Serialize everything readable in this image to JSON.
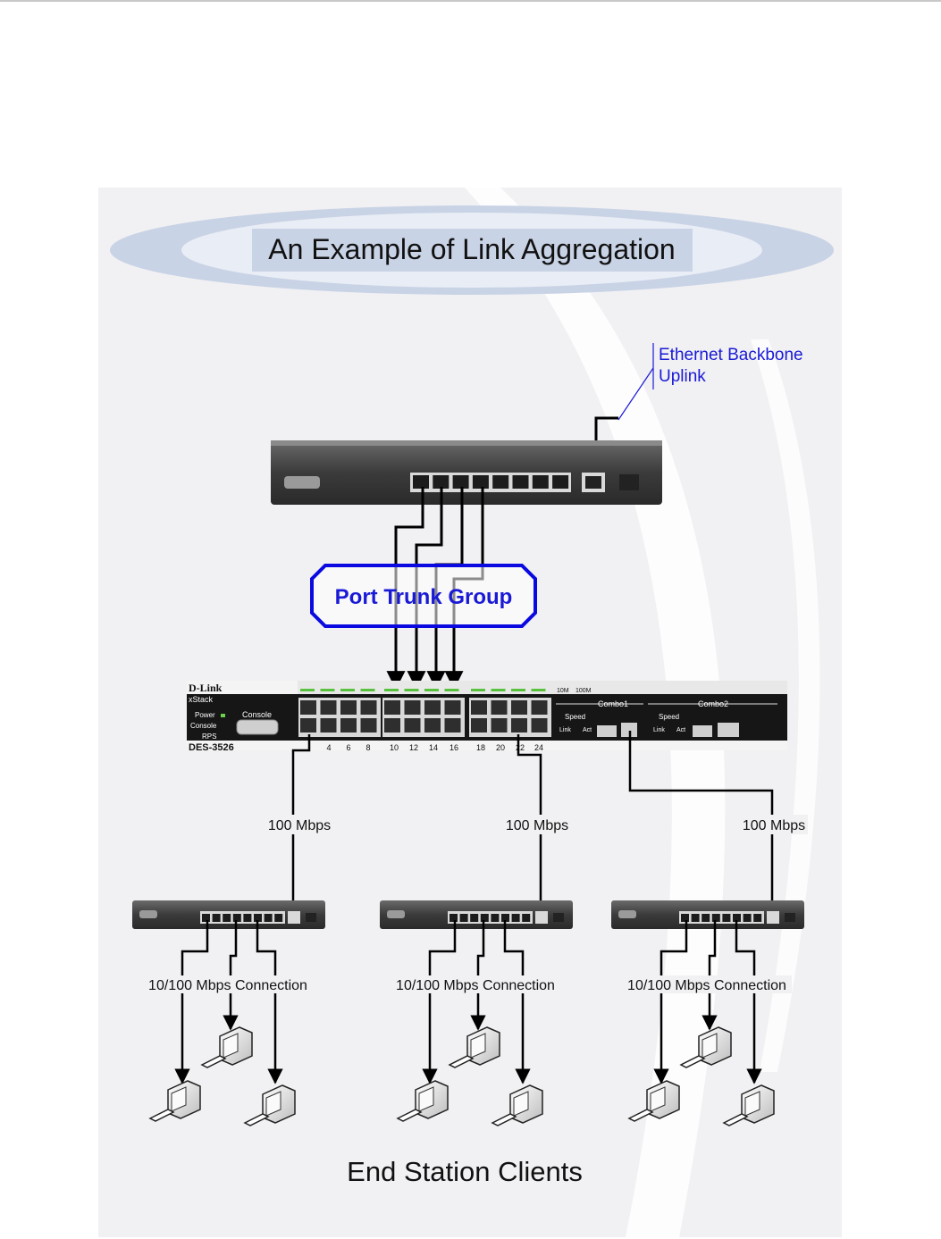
{
  "title": "An Example of Link Aggregation",
  "backbone": {
    "line1": "Ethernet Backbone",
    "line2": "Uplink"
  },
  "trunk_label": "Port Trunk Group",
  "main_switch": {
    "brand": "D-Link",
    "series": "xStack",
    "model": "DES-3526",
    "power_label": "Power",
    "console_led_label": "Console",
    "rps_label": "RPS",
    "console_port_label": "Console",
    "combo1_label": "Combo1",
    "combo2_label": "Combo2",
    "speed_label": "Speed",
    "link_act_label": "Link",
    "act_label": "Act",
    "speed_10m": "10M",
    "speed_100m": "100M",
    "port_numbers": [
      "4",
      "6",
      "8",
      "10",
      "12",
      "14",
      "16",
      "18",
      "20",
      "22",
      "24"
    ]
  },
  "uplink_speeds": [
    "100 Mbps",
    "100 Mbps",
    "100 Mbps"
  ],
  "connection_labels": [
    "10/100 Mbps Connection",
    "10/100 Mbps Connection",
    "10/100 Mbps Connection"
  ],
  "footer": "End Station Clients",
  "colors": {
    "accent_blue": "#1a1ad6",
    "panel_bg": "#f1f1f3",
    "swoosh": "#c9d3e6",
    "switch_dark": "#2b2b2b"
  }
}
